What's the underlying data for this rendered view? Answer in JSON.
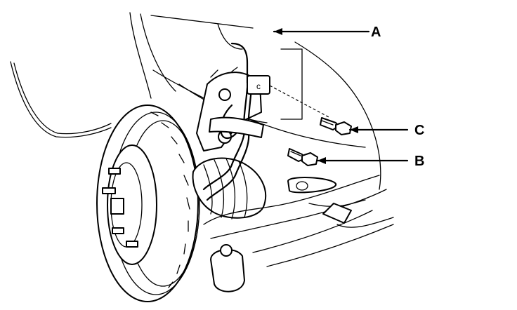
{
  "callouts": [
    {
      "id": "A",
      "text": "A"
    },
    {
      "id": "B",
      "text": "B"
    },
    {
      "id": "C",
      "text": "C"
    }
  ],
  "colors": {
    "line": "#000000",
    "background": "#ffffff"
  }
}
